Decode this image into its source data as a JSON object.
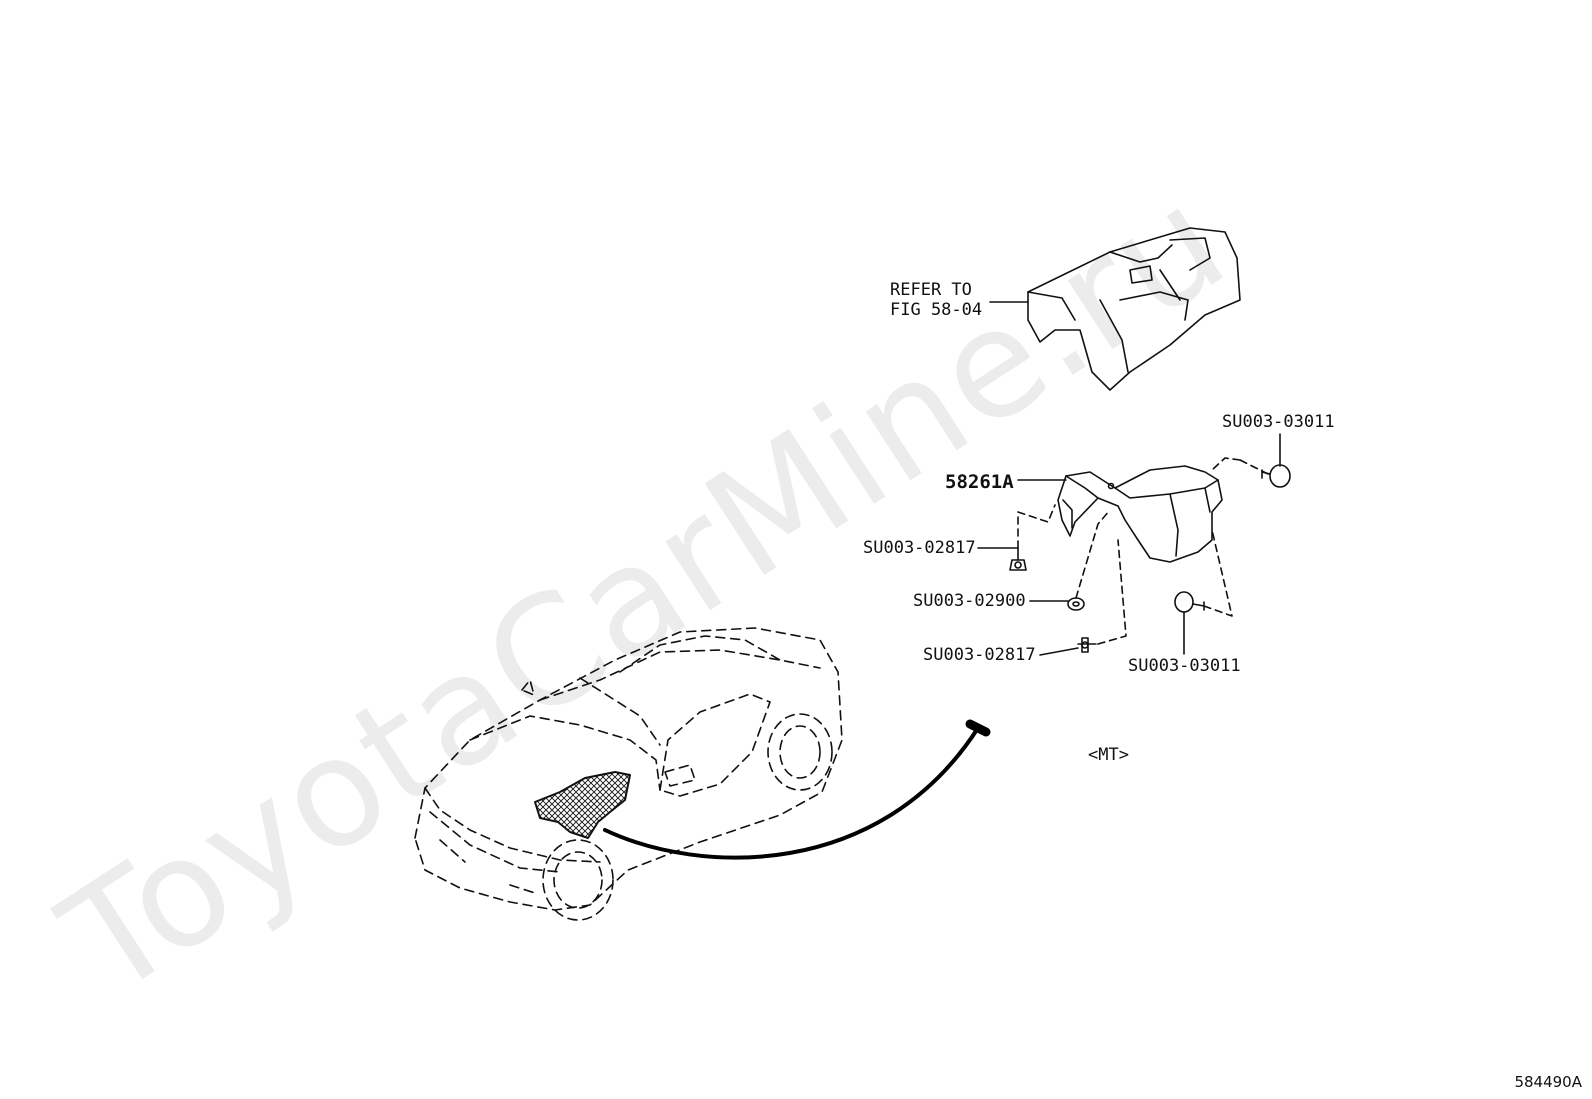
{
  "watermark": {
    "text": "ToyotaCarMine.ru"
  },
  "diagram": {
    "refer_label": "REFER TO\nFIG 58-04",
    "part_main": "58261A",
    "clip_top": "SU003-03011",
    "bolt_upper": "SU003-02817",
    "nut": "SU003-02900",
    "bolt_lower": "SU003-02817",
    "clip_lower": "SU003-03011",
    "variant": "<MT>",
    "figure_number": "584490A"
  },
  "colors": {
    "line": "#111111",
    "watermark": "#ececec"
  }
}
